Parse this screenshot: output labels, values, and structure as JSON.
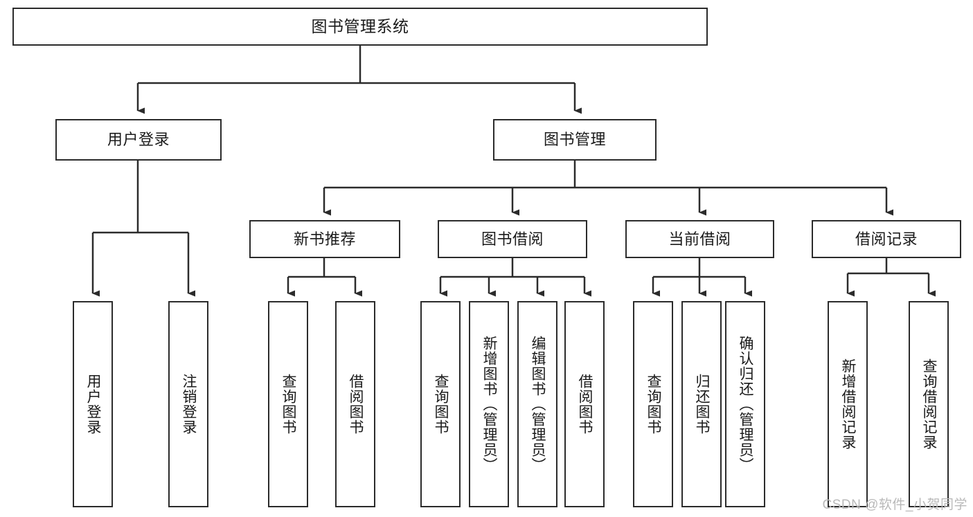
{
  "diagram": {
    "type": "tree-hierarchy-chart",
    "title": "图书管理系统",
    "watermark": "CSDN @软件_小贺同学",
    "colors": {
      "box_border": "#2b2b2b",
      "box_fill": "#ffffff",
      "edge": "#2b2b2b",
      "text": "#1a1a1a",
      "watermark": "#b9b9b9",
      "background": "#ffffff"
    },
    "levels": {
      "root": {
        "label": "图书管理系统"
      },
      "level2": [
        {
          "label": "用户登录"
        },
        {
          "label": "图书管理"
        }
      ],
      "level3": [
        {
          "label": "新书推荐"
        },
        {
          "label": "图书借阅"
        },
        {
          "label": "当前借阅"
        },
        {
          "label": "借阅记录"
        }
      ],
      "leaves": [
        {
          "label": "用户登录",
          "parent": "用户登录"
        },
        {
          "label": "注销登录",
          "parent": "用户登录"
        },
        {
          "label": "查询图书",
          "parent": "新书推荐"
        },
        {
          "label": "借阅图书",
          "parent": "新书推荐"
        },
        {
          "label": "查询图书",
          "parent": "图书借阅"
        },
        {
          "label": "新增图书（管理员）",
          "parent": "图书借阅"
        },
        {
          "label": "编辑图书（管理员）",
          "parent": "图书借阅"
        },
        {
          "label": "借阅图书",
          "parent": "图书借阅"
        },
        {
          "label": "查询图书",
          "parent": "当前借阅"
        },
        {
          "label": "归还图书",
          "parent": "当前借阅"
        },
        {
          "label": "确认归还（管理员）",
          "parent": "当前借阅"
        },
        {
          "label": "新增借阅记录",
          "parent": "借阅记录"
        },
        {
          "label": "查询借阅记录",
          "parent": "借阅记录"
        }
      ]
    }
  }
}
